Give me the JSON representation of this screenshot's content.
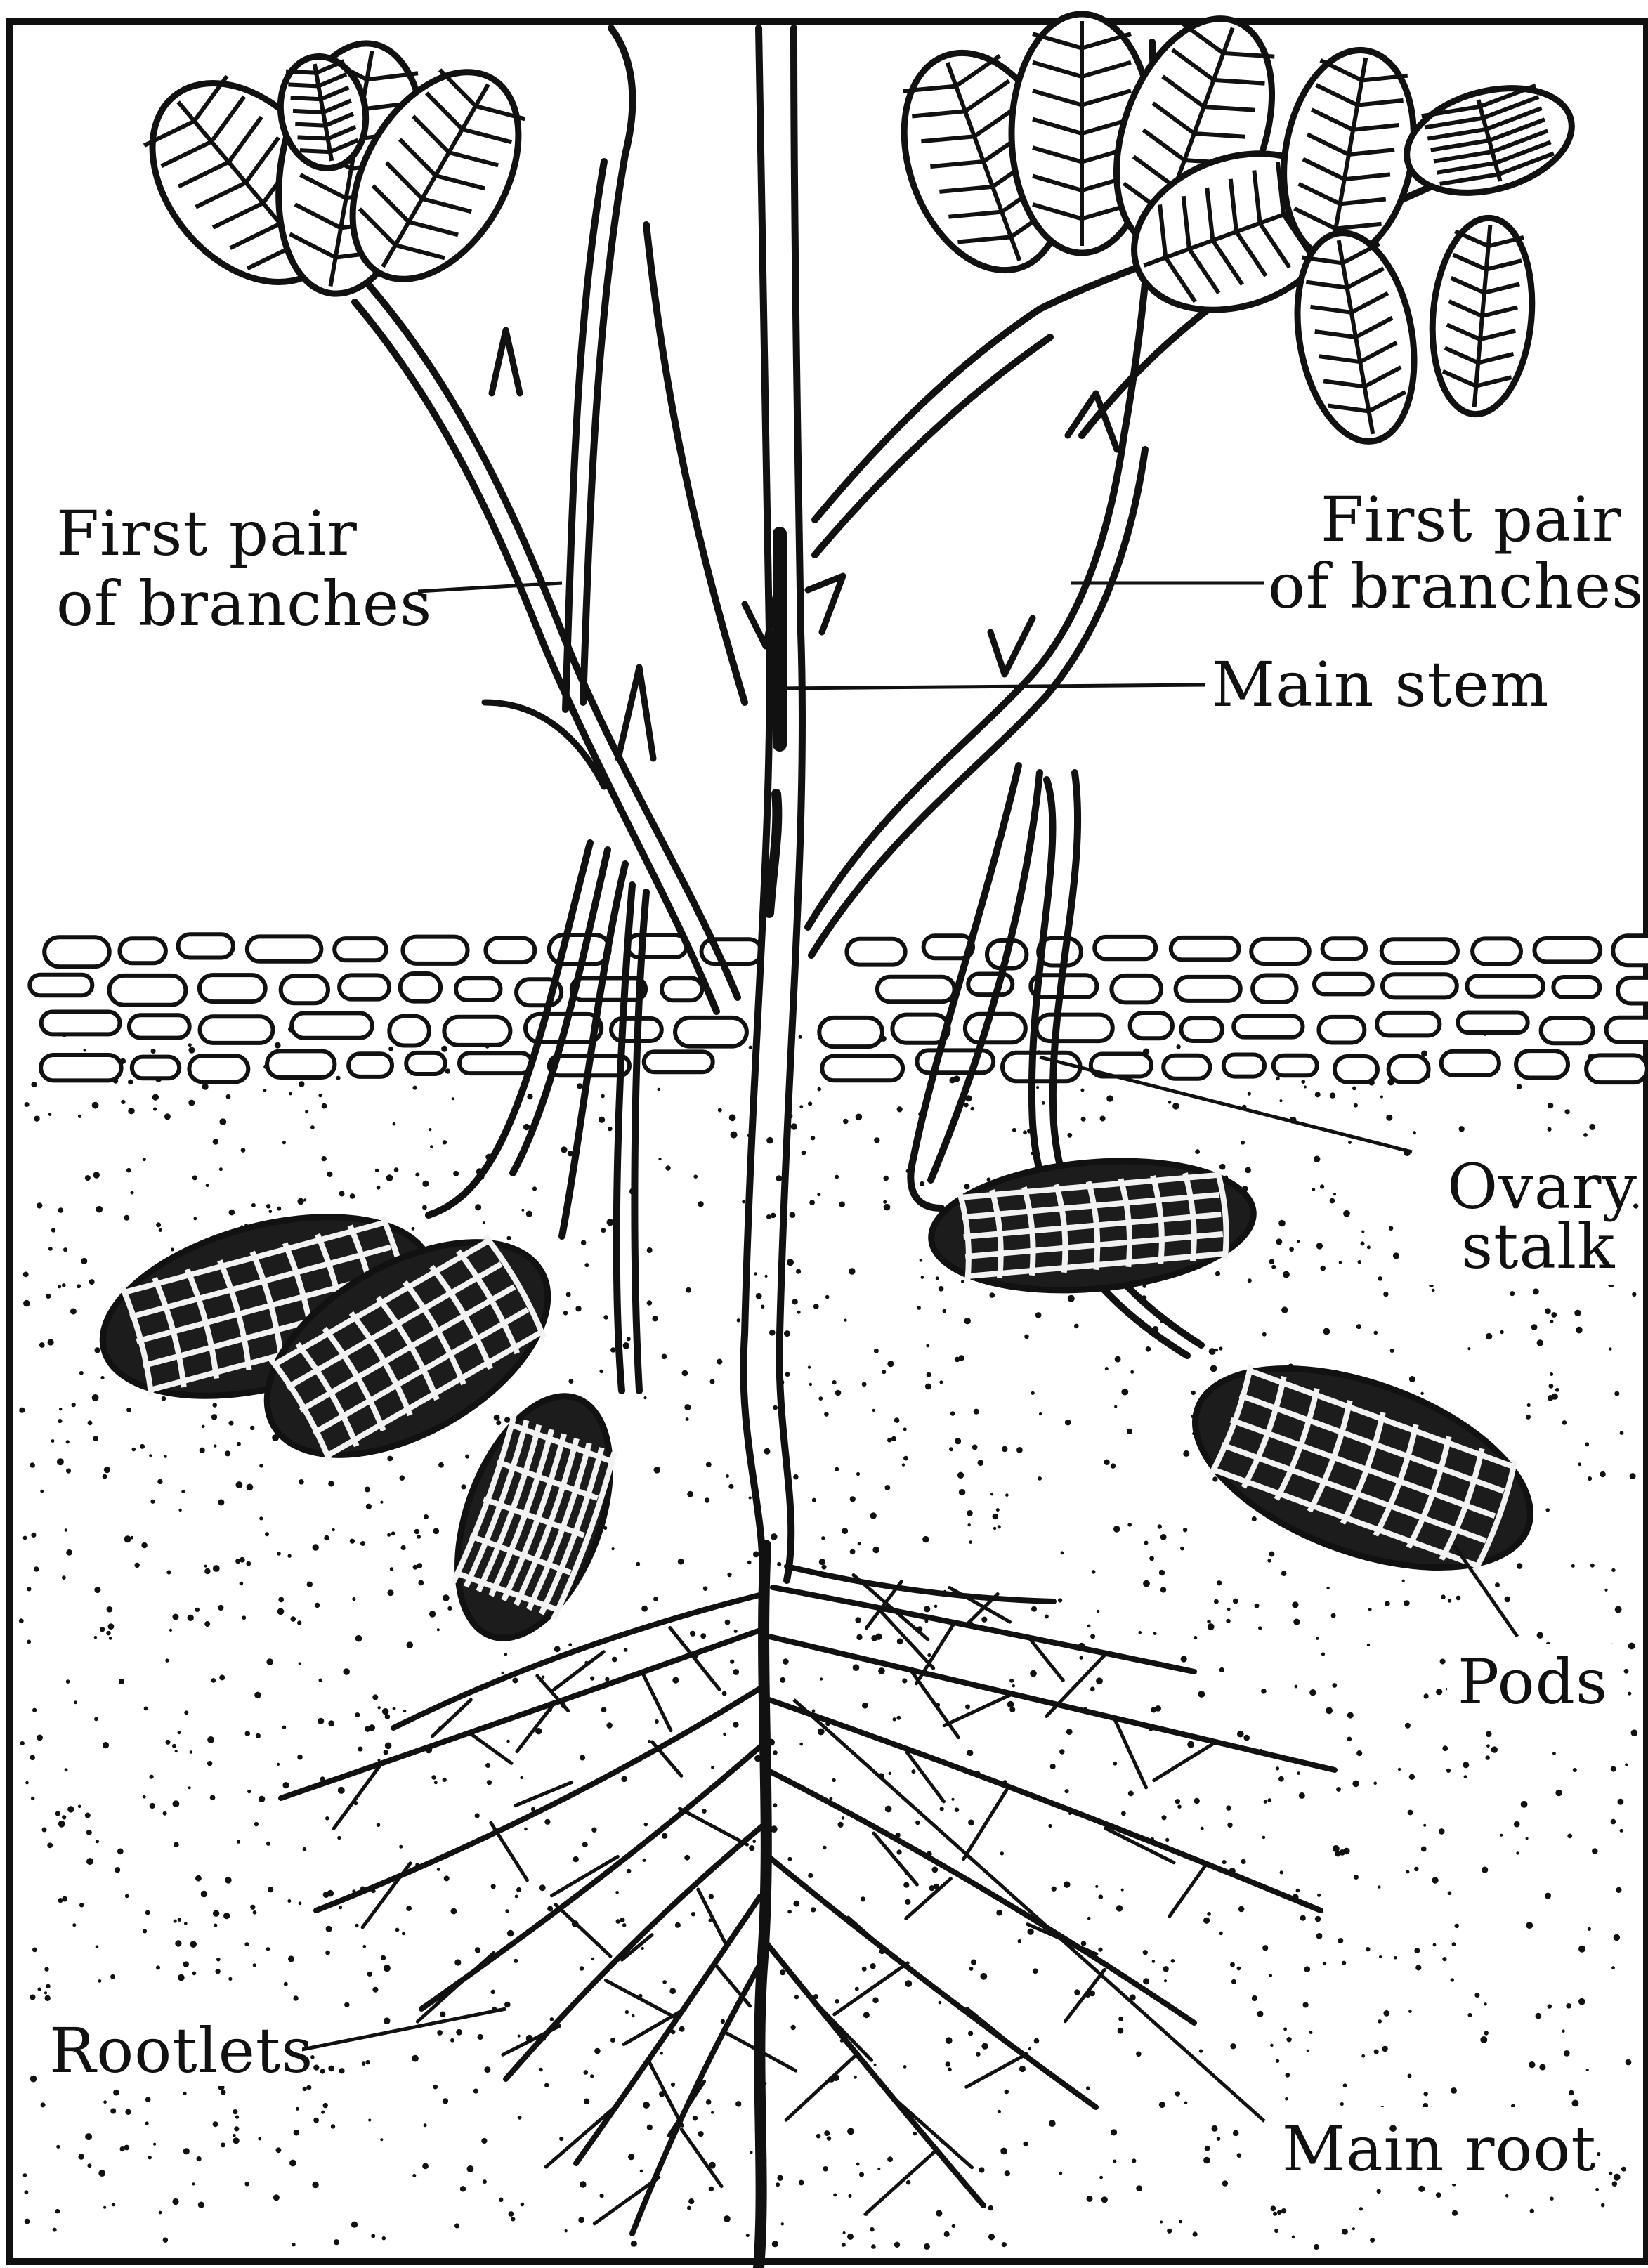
{
  "diagram": {
    "labels": {
      "first_pair_left_1": "First pair",
      "first_pair_left_2": "of branches",
      "first_pair_right_1": "First pair",
      "first_pair_right_2": "of branches",
      "main_stem": "Main stem",
      "ovary_stalk_1": "Ovary",
      "ovary_stalk_2": "stalk",
      "pods": "Pods",
      "rootlets": "Rootlets",
      "main_root": "Main root"
    },
    "colors": {
      "ink": "#111111",
      "paper": "#ffffff"
    }
  }
}
